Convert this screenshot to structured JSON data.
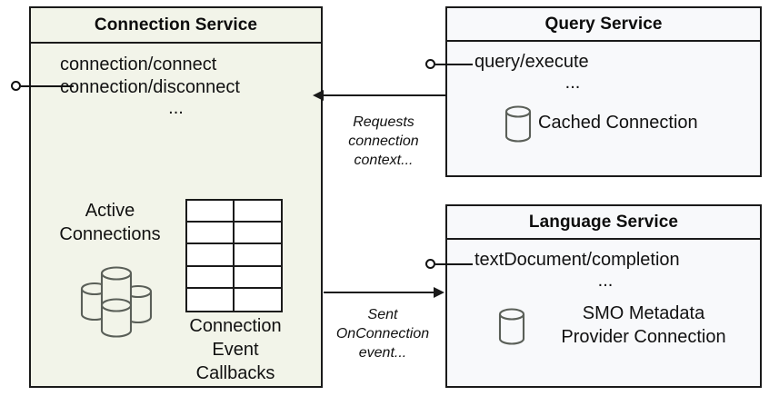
{
  "diagram": {
    "title": "Connection Service component diagram",
    "colors": {
      "connection_service_fill": "#f2f4e9",
      "service_fill": "#f8f9fb",
      "stroke": "#1a1a1a",
      "cylinder_stroke": "#5a5f58",
      "text": "#111111",
      "background": "#ffffff"
    }
  },
  "connection_service": {
    "title": "Connection Service",
    "operations": [
      "connection/connect",
      "connection/disconnect"
    ],
    "ellipsis": "...",
    "interface_icon": "provided-interface-lollipop",
    "active_connections": {
      "caption_line1": "Active",
      "caption_line2": "Connections",
      "icon": "database-cylinder-cluster-icon",
      "cylinder_count": 4
    },
    "callbacks": {
      "grid_icon": "table-grid-icon",
      "grid_columns": 2,
      "grid_rows": 5,
      "caption_line1": "Connection",
      "caption_line2": "Event",
      "caption_line3": "Callbacks"
    }
  },
  "query_service": {
    "title": "Query Service",
    "operations": [
      "query/execute"
    ],
    "ellipsis": "...",
    "interface_icon": "provided-interface-lollipop",
    "artifact": {
      "icon": "database-cylinder-icon",
      "label": "Cached Connection"
    }
  },
  "language_service": {
    "title": "Language Service",
    "operations": [
      "textDocument/completion"
    ],
    "ellipsis": "...",
    "interface_icon": "provided-interface-lollipop",
    "artifact": {
      "icon": "database-cylinder-icon",
      "label_line1": "SMO Metadata",
      "label_line2": "Provider Connection"
    }
  },
  "connectors": [
    {
      "id": "query-to-connection",
      "from": "query_service",
      "to": "connection_service",
      "direction": "left",
      "label_line1": "Requests",
      "label_line2": "connection",
      "label_line3": "context..."
    },
    {
      "id": "connection-to-language",
      "from": "connection_service",
      "to": "language_service",
      "direction": "right",
      "label_line1": "Sent",
      "label_line2": "OnConnection",
      "label_line3": "event..."
    }
  ]
}
